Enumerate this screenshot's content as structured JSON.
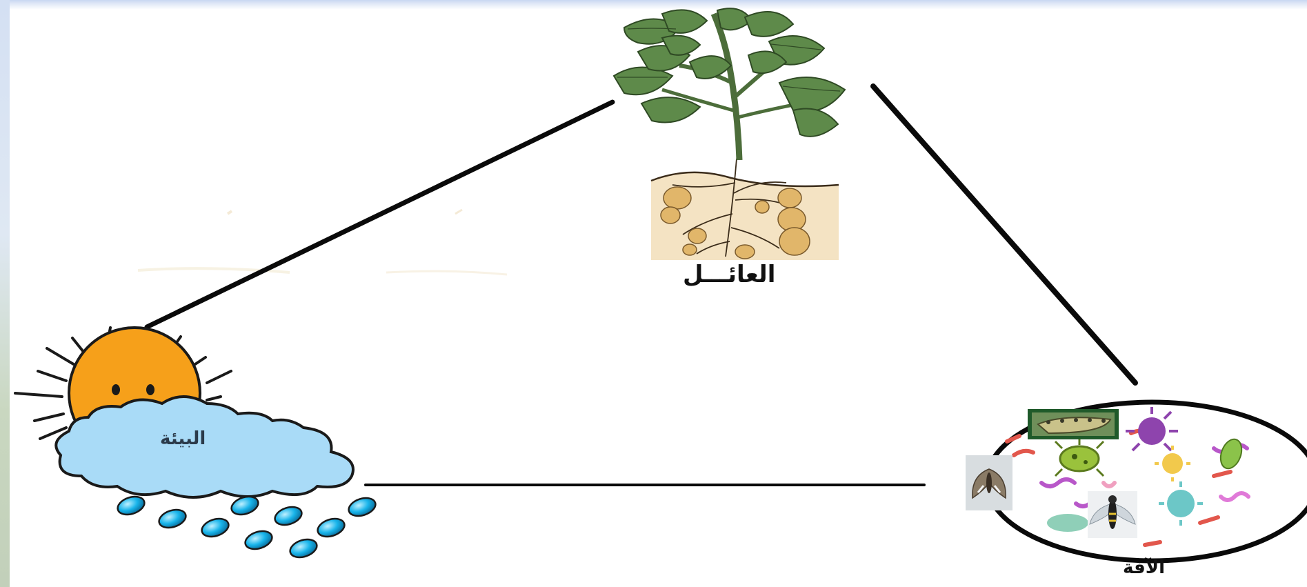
{
  "diagram": {
    "nodes": {
      "host": {
        "label": "العائـــل",
        "icon": "potato-plant-icon"
      },
      "environment": {
        "label": "البيئة",
        "icon": "sun-cloud-rain-icon"
      },
      "pathogen": {
        "label": "الآفة",
        "icon": "pests-and-microbes-dish-icon"
      }
    },
    "edges": [
      {
        "from": "host",
        "to": "environment"
      },
      {
        "from": "host",
        "to": "pathogen"
      },
      {
        "from": "environment",
        "to": "pathogen"
      }
    ]
  },
  "colors": {
    "line": "#0a0a0a",
    "leaf": "#5e8a4a",
    "leaf_dark": "#3c5e2e",
    "soil": "#f4e3c3",
    "tuber": "#e1b66a",
    "sun": "#f6a01a",
    "cloud": "#a9dbf7",
    "raindrop": "#18b4ea"
  }
}
